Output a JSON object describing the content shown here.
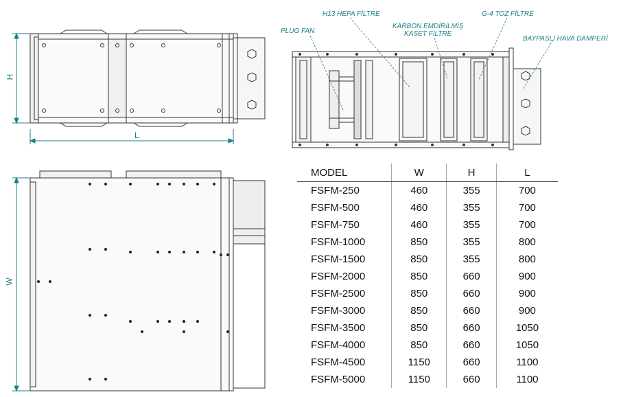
{
  "labels": {
    "hepa_filter": "H13 HEPA FİLTRE",
    "carbon_filter_line1": "KARBON EMDİRİLMİŞ",
    "carbon_filter_line2": "KASET FİLTRE",
    "g4_filter": "G-4 TOZ FİLTRE",
    "plug_fan": "PLUG FAN",
    "bypass_damper": "BAYPASLI HAVA DAMPERİ"
  },
  "dimensions": {
    "height_label": "H",
    "length_label": "L",
    "width_label": "W"
  },
  "table": {
    "headers": [
      "MODEL",
      "W",
      "H",
      "L"
    ],
    "rows": [
      [
        "FSFM-250",
        "460",
        "355",
        "700"
      ],
      [
        "FSFM-500",
        "460",
        "355",
        "700"
      ],
      [
        "FSFM-750",
        "460",
        "355",
        "700"
      ],
      [
        "FSFM-1000",
        "850",
        "355",
        "800"
      ],
      [
        "FSFM-1500",
        "850",
        "355",
        "800"
      ],
      [
        "FSFM-2000",
        "850",
        "660",
        "900"
      ],
      [
        "FSFM-2500",
        "850",
        "660",
        "900"
      ],
      [
        "FSFM-3000",
        "850",
        "660",
        "900"
      ],
      [
        "FSFM-3500",
        "850",
        "660",
        "1050"
      ],
      [
        "FSFM-4000",
        "850",
        "660",
        "1050"
      ],
      [
        "FSFM-4500",
        "1150",
        "660",
        "1100"
      ],
      [
        "FSFM-5000",
        "1150",
        "660",
        "1100"
      ]
    ]
  },
  "colors": {
    "line": "#333333",
    "dimension": "#1e7f86",
    "panel_fill": "#f4f4f4"
  }
}
